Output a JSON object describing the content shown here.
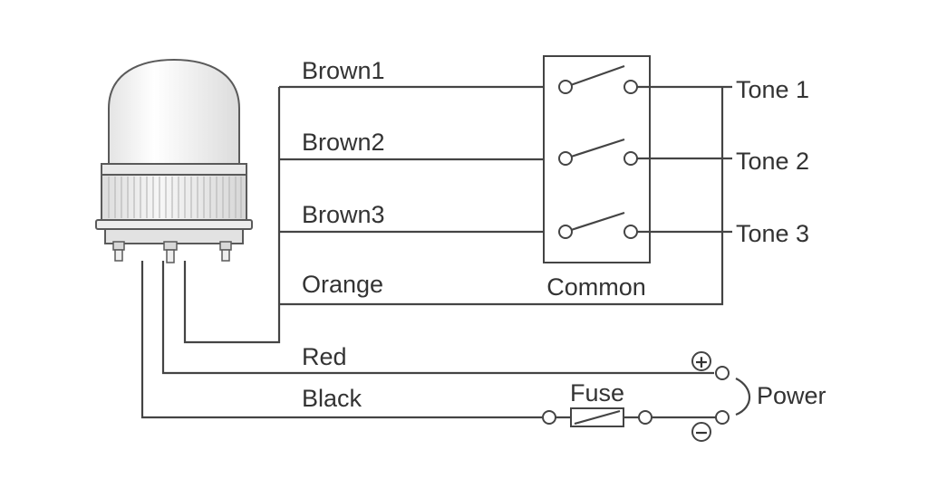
{
  "wires": {
    "brown1": "Brown1",
    "brown2": "Brown2",
    "brown3": "Brown3",
    "orange": "Orange",
    "red": "Red",
    "black": "Black"
  },
  "switch_block": {
    "common_label": "Common"
  },
  "outputs": {
    "tone1": "Tone 1",
    "tone2": "Tone 2",
    "tone3": "Tone 3"
  },
  "power": {
    "label": "Power",
    "positive": "+",
    "negative": "−"
  },
  "fuse": {
    "label": "Fuse"
  },
  "colors": {
    "line": "#444444",
    "lamp_dome": "#f2f2f2",
    "lamp_base": "#e6e6e6"
  }
}
